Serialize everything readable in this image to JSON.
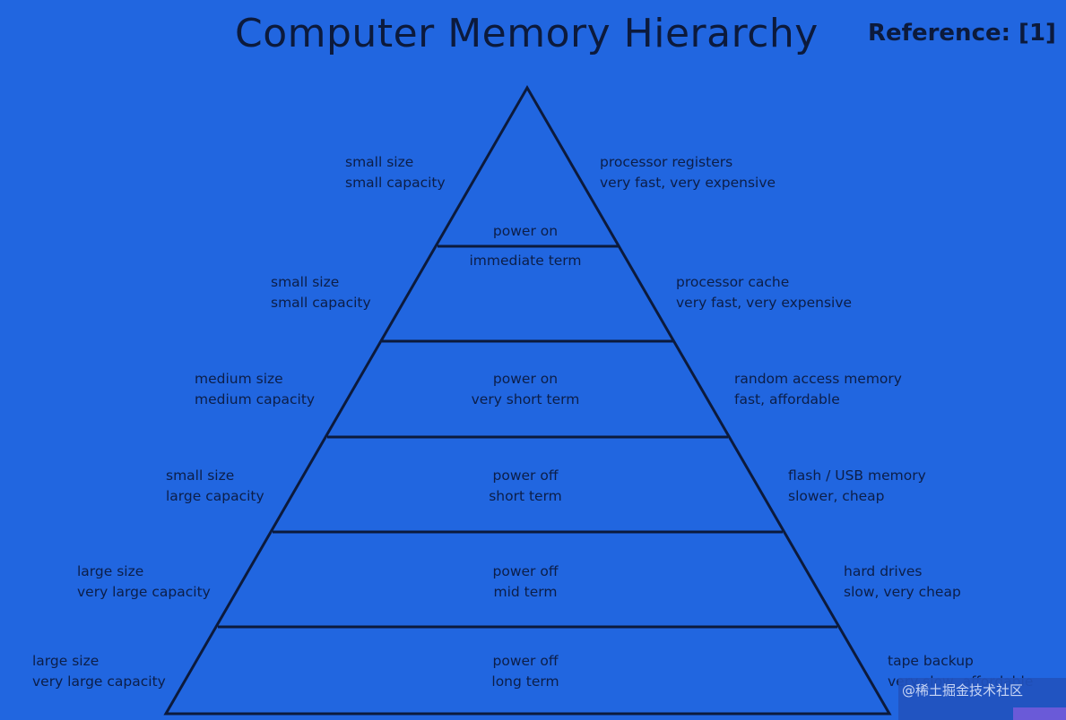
{
  "title": "Computer Memory Hierarchy",
  "reference": "Reference: [1]",
  "colors": {
    "background": "#2166e0",
    "lines": "#0c1a3c",
    "text": "#0c1e48"
  },
  "levels": [
    {
      "left": [
        "small size",
        "small capacity"
      ],
      "center": [
        "power on",
        ""
      ],
      "right": [
        "processor registers",
        "very fast, very expensive"
      ]
    },
    {
      "left": [
        "small size",
        "small capacity"
      ],
      "center": [
        "immediate term",
        ""
      ],
      "right": [
        "processor cache",
        "very fast, very expensive"
      ]
    },
    {
      "left": [
        "medium size",
        "medium capacity"
      ],
      "center": [
        "power on",
        "very short term"
      ],
      "right": [
        "random access memory",
        "fast, affordable"
      ]
    },
    {
      "left": [
        "small size",
        "large capacity"
      ],
      "center": [
        "power off",
        "short term"
      ],
      "right": [
        "flash / USB memory",
        "slower, cheap"
      ]
    },
    {
      "left": [
        "large size",
        "very large capacity"
      ],
      "center": [
        "power off",
        "mid term"
      ],
      "right": [
        "hard drives",
        "slow, very cheap"
      ]
    },
    {
      "left": [
        "large size",
        "very large capacity"
      ],
      "center": [
        "power off",
        "long term"
      ],
      "right": [
        "tape backup",
        "very slow, affordable"
      ]
    }
  ],
  "watermark": "@稀土掘金技术社区"
}
